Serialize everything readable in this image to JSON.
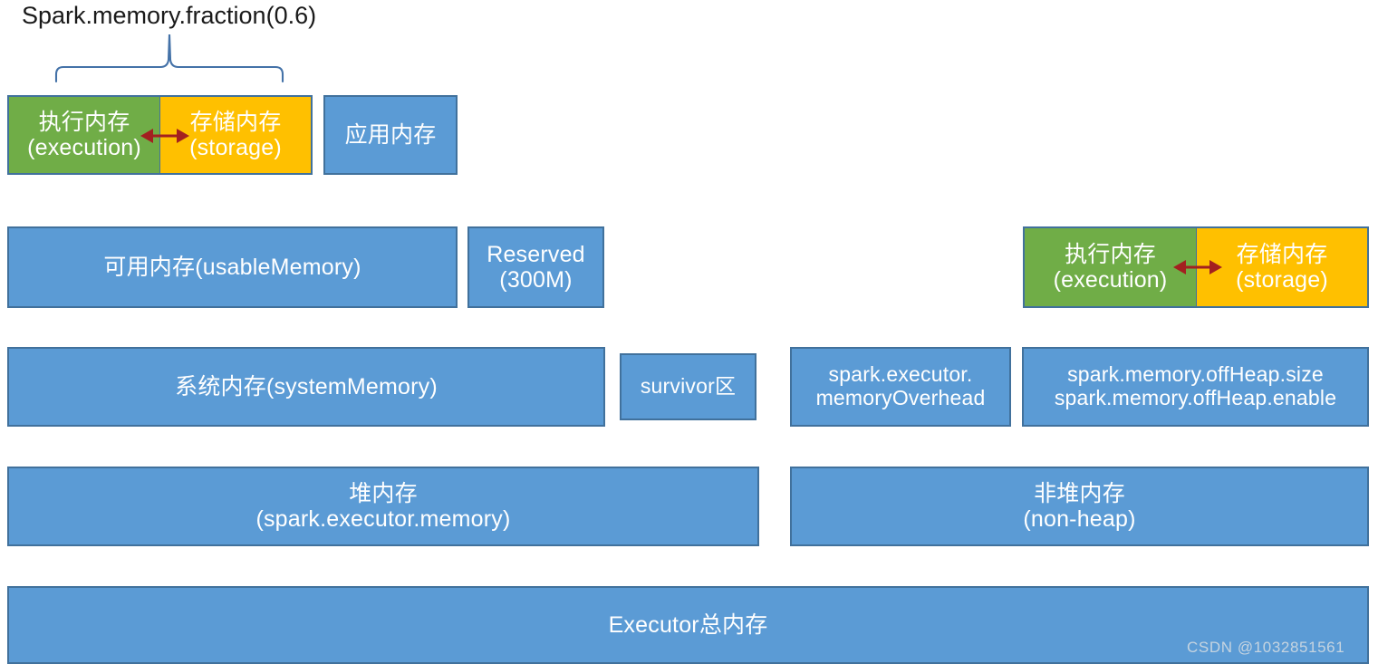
{
  "diagram": {
    "title": "Spark.memory.fraction(0.6)",
    "watermark": "CSDN @1032851561",
    "colors": {
      "execution_green": "#70ad47",
      "storage_yellow": "#ffc000",
      "memory_blue": "#5b9bd5",
      "border_blue": "#41719c",
      "arrow_red": "#a32020",
      "brace_blue": "#4472a8",
      "title_text": "#1a1a1a",
      "box_text": "#ffffff"
    },
    "rows": {
      "unified_memory": {
        "execution_label": "执行内存\n(execution)",
        "storage_label": "存储内存\n(storage)",
        "application_label": "应用内存"
      },
      "usable": {
        "usable_label": "可用内存(usableMemory)",
        "reserved_label": "Reserved\n(300M)",
        "offheap_execution_label": "执行内存\n(execution)",
        "offheap_storage_label": "存储内存\n(storage)"
      },
      "system": {
        "system_label": "系统内存(systemMemory)",
        "survivor_label": "survivor区",
        "overhead_label": "spark.executor.\nmemoryOverhead",
        "offheap_conf_label": "spark.memory.offHeap.size\nspark.memory.offHeap.enable"
      },
      "heap": {
        "heap_label": "堆内存\n(spark.executor.memory)",
        "nonheap_label": "非堆内存\n(non-heap)"
      },
      "total": {
        "total_label": "Executor总内存"
      }
    }
  }
}
